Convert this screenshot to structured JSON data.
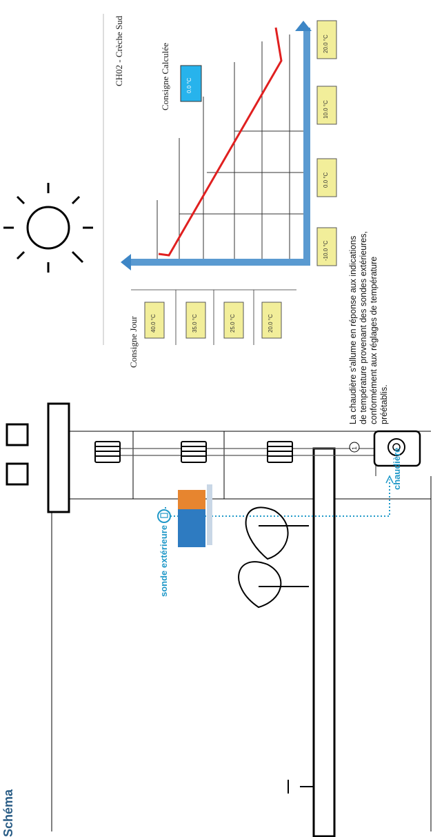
{
  "section_title": "Schéma",
  "labels": {
    "outdoor_sensor": "sonde extérieure",
    "boiler": "chaudière",
    "callout_number": "1"
  },
  "description": "La chaudière s'allume en réponse aux indications de température provenant des sondes extérieures, conformément aux réglages de température préétablis.",
  "panel": {
    "title": "CH02 - Crèche Sud",
    "consigne_jour_label": "Consigne Jour",
    "consigne_calculee_label": "Consigne Calculée",
    "consigne_calculee_value": "0.0 °C",
    "consigne_jour_values": [
      "40.0 °C",
      "35.0 °C",
      "25.0 °C",
      "20.0 °C"
    ],
    "outdoor_values": [
      "-10.0 °C",
      "0.0 °C",
      "10.0 °C",
      "20.0 °C"
    ]
  },
  "colors": {
    "title": "#2a5d86",
    "accent_blue": "#1f98c8",
    "curve": "#e02020",
    "cell_fill": "#f2ee9a",
    "calc_fill": "#27b3ec",
    "axis": "#3d86c6"
  }
}
